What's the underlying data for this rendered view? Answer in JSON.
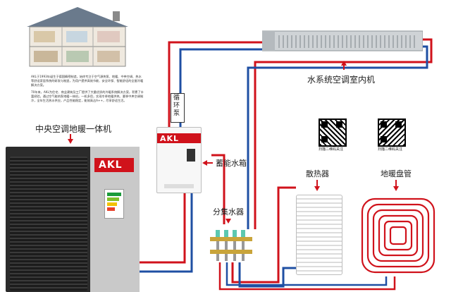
{
  "paragraph": {
    "text1": "AKL于1993年诞生于德国精密制造，始终专注于空气源热泵、地暖、中央空调、热水等舒适家居系统的研发与制造，为用户提供高效节能、安全环保、智能舒适的全屋冷暖解决方案。",
    "text2": "70年来，AKL为住宅、商业建筑及工厂提供了大量优质的冷暖系统解决方案，积累了丰富经验。通过空气能热泵地暖一体机，一机多用，实现冬季地暖供热、夏季中央空调制冷，全年生活热水供应，产品性能稳定，能效高达A++，尽享舒适生活。"
  },
  "labels": {
    "indoor_unit": "水系统空调室内机",
    "heat_pump": "中央空调地暖一体机",
    "storage_tank": "蓄能水箱",
    "circulation_pump": "循环泵",
    "manifold": "分集水器",
    "radiator": "散热器",
    "floor_heating": "地暖盘管",
    "qr1_caption": "扫描二维码关注",
    "qr2_caption": "扫描二维码关注"
  },
  "brand": {
    "logo": "AKL"
  },
  "colors": {
    "hot": "#d0121b",
    "cold": "#1f4fa3",
    "unit_dark": "#2b2b2b"
  }
}
